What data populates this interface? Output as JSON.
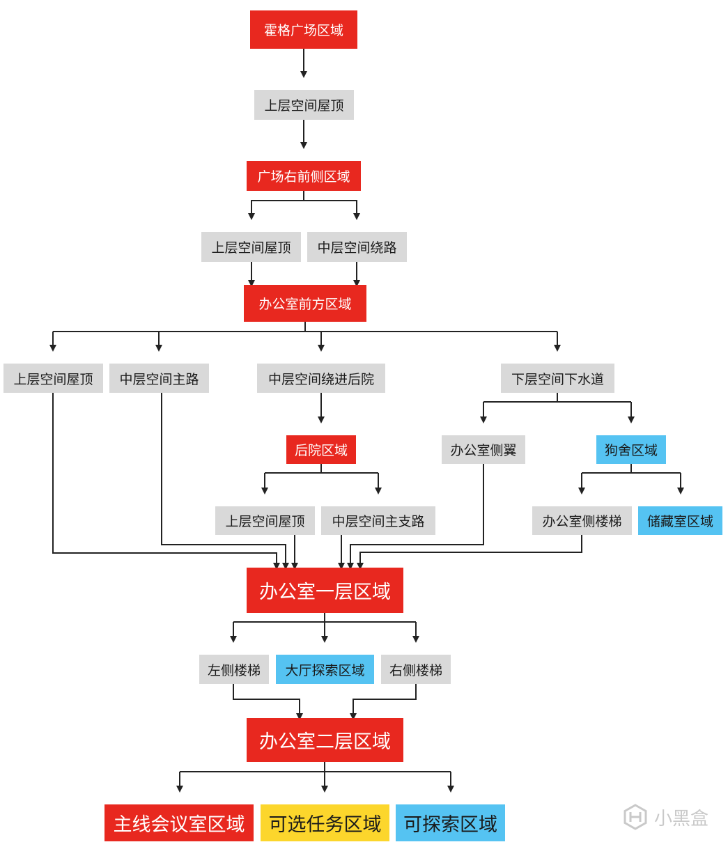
{
  "nodes": {
    "hog": "霍格广场区域",
    "upper_roof_1": "上层空间屋顶",
    "plaza_right_front": "广场右前侧区域",
    "upper_roof_2": "上层空间屋顶",
    "mid_bypass": "中层空间绕路",
    "office_front": "办公室前方区域",
    "upper_roof_3": "上层空间屋顶",
    "mid_main_road": "中层空间主路",
    "mid_to_backyard": "中层空间绕进后院",
    "lower_sewer": "下层空间下水道",
    "backyard": "后院区域",
    "office_wing": "办公室侧翼",
    "kennel": "狗舍区域",
    "upper_roof_4": "上层空间屋顶",
    "mid_branch_road": "中层空间主支路",
    "office_side_stairs": "办公室侧楼梯",
    "storage_room": "储藏室区域",
    "office_floor1": "办公室一层区域",
    "left_stairs": "左侧楼梯",
    "hall_explore": "大厅探索区域",
    "right_stairs": "右侧楼梯",
    "office_floor2": "办公室二层区域",
    "main_meeting_room": "主线会议室区域",
    "optional_quest": "可选任务区域",
    "explorable": "可探索区域"
  },
  "colors": {
    "main_area": "#e8281f",
    "path": "#d9d9d9",
    "explore": "#55c3f2",
    "optional": "#fcd62c"
  },
  "watermark": "小黑盒"
}
